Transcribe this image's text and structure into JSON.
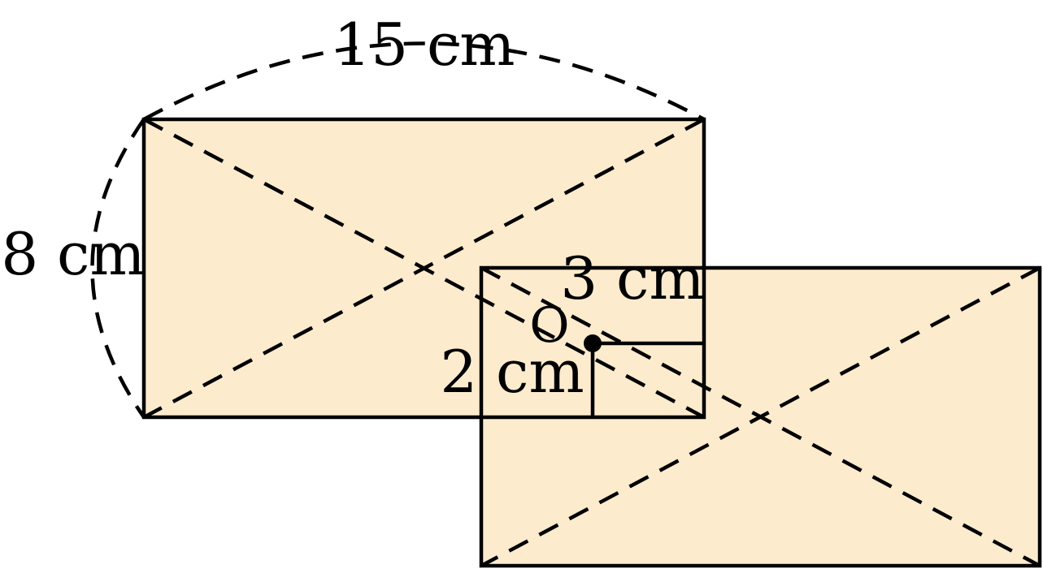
{
  "labels": {
    "top_width": "15 cm",
    "left_height": "8 cm",
    "offset_horizontal": "3 cm",
    "offset_vertical": "2 cm",
    "center_point": "O"
  },
  "colors": {
    "fill": "#FDEBCD",
    "stroke": "#000000"
  }
}
